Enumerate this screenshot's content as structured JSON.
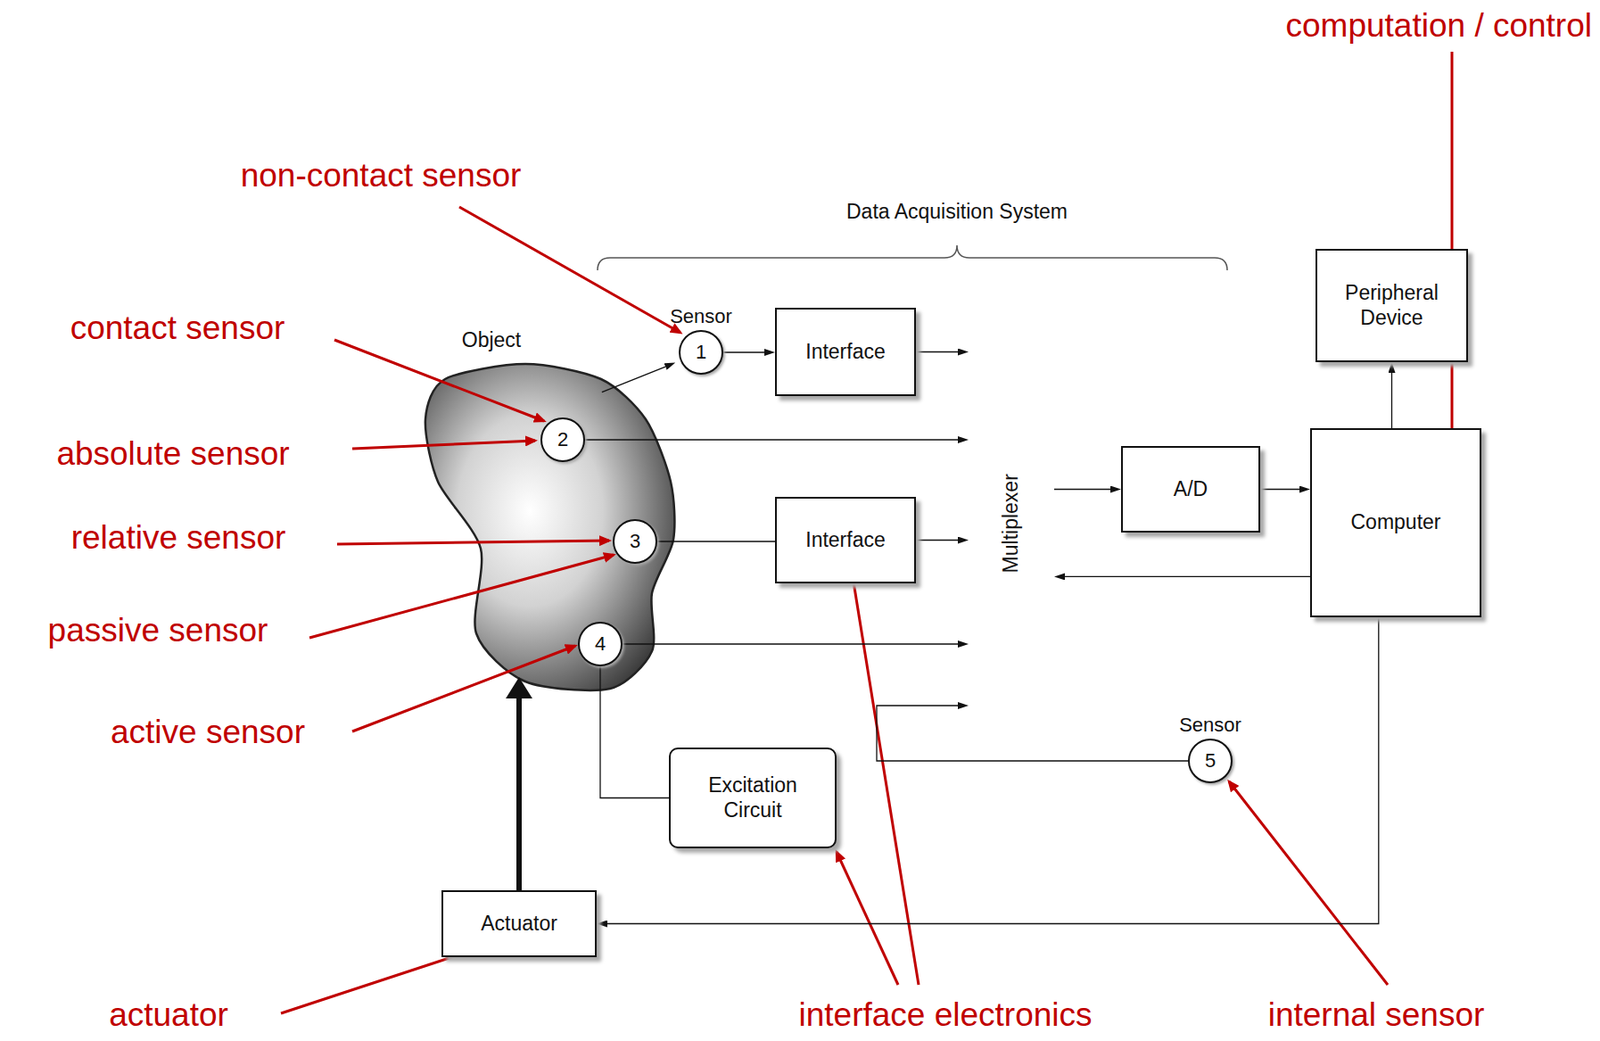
{
  "diagram": {
    "nodes": [
      {
        "text": [
          "Object"
        ]
      },
      {
        "text": [
          "Sensor",
          "1"
        ]
      },
      {
        "text": [
          "2"
        ],
        "in": 0
      },
      {
        "text": [
          "3"
        ],
        "in": 0
      },
      {
        "text": [
          "4"
        ],
        "in": 0
      },
      {
        "text": [
          "Interface"
        ]
      },
      {
        "text": [
          "Interface"
        ]
      },
      {
        "text": [
          "Multiplexer"
        ]
      },
      {
        "text": [
          "A/D"
        ]
      },
      {
        "text": [
          "Peripheral Device"
        ]
      },
      {
        "text": [
          "Computer"
        ]
      },
      {
        "text": [
          "Excitation Circuit"
        ]
      },
      {
        "text": [
          "Sensor",
          "5"
        ]
      },
      {
        "text": [
          "Actuator"
        ]
      }
    ],
    "edges": [
      {
        "from": 0,
        "to": 1,
        "arrow": "to"
      },
      {
        "from": 1,
        "to": 5,
        "arrow": "to"
      },
      {
        "from": 5,
        "to": 7,
        "arrow": "to"
      },
      {
        "from": 2,
        "to": 7,
        "arrow": "to"
      },
      {
        "from": 3,
        "to": 6,
        "arrow": "none"
      },
      {
        "from": 6,
        "to": 7,
        "arrow": "to"
      },
      {
        "from": 4,
        "to": 7,
        "arrow": "to"
      },
      {
        "from": 4,
        "to": 11,
        "arrow": "none"
      },
      {
        "from": 12,
        "to": 7,
        "arrow": "to"
      },
      {
        "from": 7,
        "to": 8,
        "arrow": "to"
      },
      {
        "from": 8,
        "to": 10,
        "arrow": "to"
      },
      {
        "from": 10,
        "to": 7,
        "arrow": "to"
      },
      {
        "from": 10,
        "to": 9,
        "arrow": "to"
      },
      {
        "from": 10,
        "to": 13,
        "arrow": "to"
      },
      {
        "from": 13,
        "to": 0,
        "arrow": "to"
      }
    ],
    "labels": [
      "computation / control",
      "non-contact sensor",
      "Data Acquisition System",
      "contact sensor",
      "absolute sensor",
      "relative sensor",
      "passive sensor",
      "active sensor",
      "actuator",
      "interface electronics",
      "internal sensor"
    ]
  }
}
